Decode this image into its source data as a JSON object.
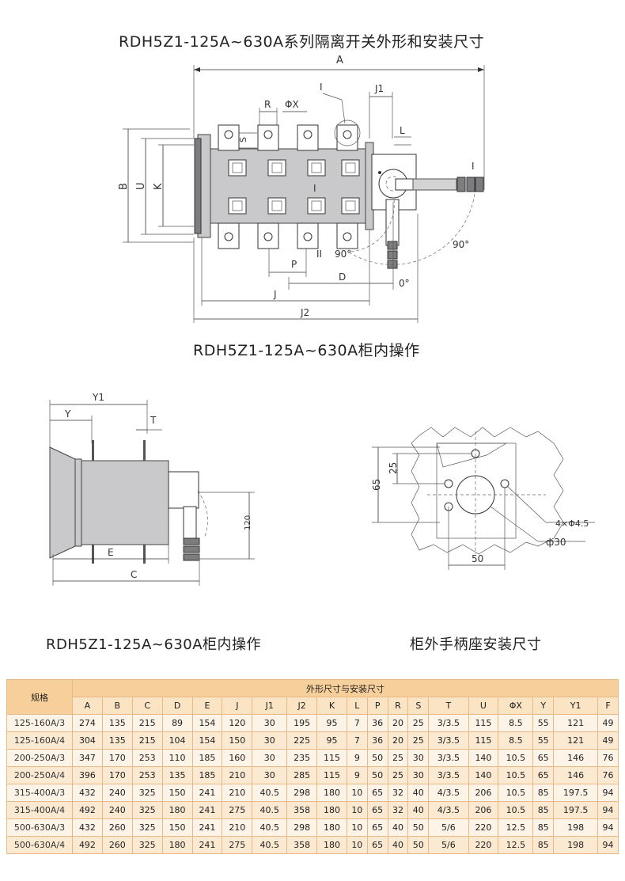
{
  "titles": {
    "main": "RDH5Z1-125A~630A系列隔离开关外形和安装尺寸",
    "front_caption": "RDH5Z1-125A~630A柜内操作",
    "side_caption": "RDH5Z1-125A~630A柜内操作",
    "panel_caption": "柜外手柄座安装尺寸"
  },
  "top_labels": {
    "A": "A",
    "I_top": "I",
    "J1": "J1",
    "R": "R",
    "PhiX": "ΦX",
    "L": "L",
    "S": "S",
    "B": "B",
    "U": "U",
    "K": "K",
    "I_mid": "I",
    "I_right": "I",
    "angle_90_left": "90°",
    "angle_90_right": "90°",
    "II": "II",
    "P": "P",
    "D": "D",
    "angle_0": "0°",
    "J": "J",
    "J2": "J2"
  },
  "side_labels": {
    "Y1": "Y1",
    "Y": "Y",
    "T": "T",
    "E": "E",
    "C": "C",
    "H120": "120"
  },
  "panel_labels": {
    "d65": "65",
    "d25": "25",
    "holes": "4×Φ4.5",
    "phi30": "ф30",
    "d50": "50"
  },
  "table": {
    "header_group": "外形尺寸与安装尺寸",
    "spec_label": "规格",
    "columns": [
      "A",
      "B",
      "C",
      "D",
      "E",
      "J",
      "J1",
      "J2",
      "K",
      "L",
      "P",
      "R",
      "S",
      "T",
      "U",
      "ΦX",
      "Y",
      "Y1",
      "F"
    ],
    "rows": [
      [
        "125-160A/3",
        "274",
        "135",
        "215",
        "89",
        "154",
        "120",
        "30",
        "195",
        "95",
        "7",
        "36",
        "20",
        "25",
        "3/3.5",
        "115",
        "8.5",
        "55",
        "121",
        "49"
      ],
      [
        "125-160A/4",
        "304",
        "135",
        "215",
        "104",
        "154",
        "150",
        "30",
        "225",
        "95",
        "7",
        "36",
        "20",
        "25",
        "3/3.5",
        "115",
        "8.5",
        "55",
        "121",
        "49"
      ],
      [
        "200-250A/3",
        "347",
        "170",
        "253",
        "110",
        "185",
        "160",
        "30",
        "235",
        "115",
        "9",
        "50",
        "25",
        "30",
        "3/3.5",
        "140",
        "10.5",
        "65",
        "146",
        "76"
      ],
      [
        "200-250A/4",
        "396",
        "170",
        "253",
        "135",
        "185",
        "210",
        "30",
        "285",
        "115",
        "9",
        "50",
        "25",
        "30",
        "3/3.5",
        "140",
        "10.5",
        "65",
        "146",
        "76"
      ],
      [
        "315-400A/3",
        "432",
        "240",
        "325",
        "150",
        "241",
        "210",
        "40.5",
        "298",
        "180",
        "10",
        "65",
        "32",
        "40",
        "4/3.5",
        "206",
        "10.5",
        "85",
        "197.5",
        "94"
      ],
      [
        "315-400A/4",
        "492",
        "240",
        "325",
        "180",
        "241",
        "275",
        "40.5",
        "358",
        "180",
        "10",
        "65",
        "32",
        "40",
        "4/3.5",
        "206",
        "10.5",
        "85",
        "197.5",
        "94"
      ],
      [
        "500-630A/3",
        "432",
        "260",
        "325",
        "150",
        "241",
        "210",
        "40.5",
        "298",
        "180",
        "10",
        "65",
        "40",
        "50",
        "5/6",
        "220",
        "12.5",
        "85",
        "198",
        "94"
      ],
      [
        "500-630A/4",
        "492",
        "260",
        "325",
        "180",
        "241",
        "275",
        "40.5",
        "358",
        "180",
        "10",
        "65",
        "40",
        "50",
        "5/6",
        "220",
        "12.5",
        "85",
        "198",
        "94"
      ]
    ]
  }
}
